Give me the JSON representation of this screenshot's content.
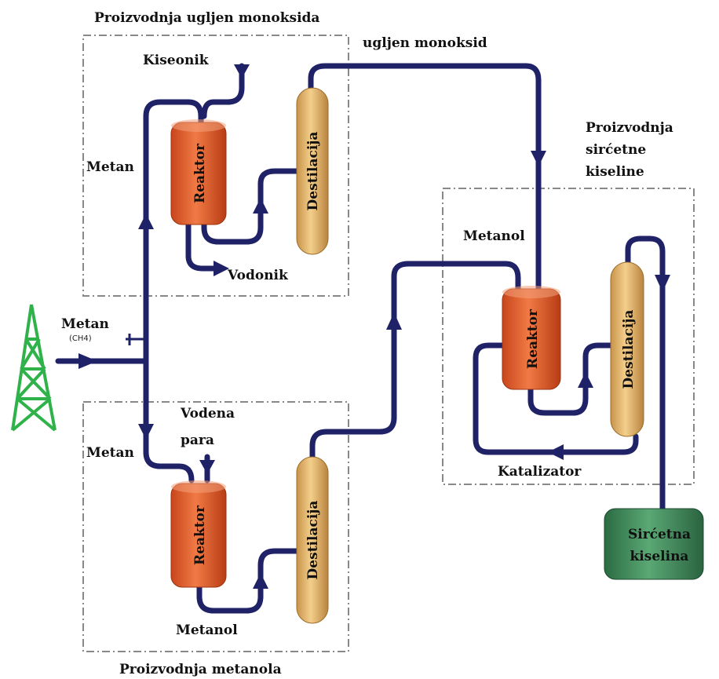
{
  "sections": {
    "carbon_monoxide": "Proizvodnja ugljen monoksida",
    "methanol": "Proizvodnja metanola",
    "acetic_acid_line1": "Proizvodnja",
    "acetic_acid_line2": "sirćetne",
    "acetic_acid_line3": "kiseline"
  },
  "labels": {
    "oxygen": "Kiseonik",
    "carbon_monoxide": "ugljen monoksid",
    "methane_top": "Metan",
    "hydrogen": "Vodonik",
    "methane_source": "Metan",
    "methane_formula": "(CH4)",
    "methane_bottom": "Metan",
    "steam_line1": "Vodena",
    "steam_line2": "para",
    "methanol_output": "Metanol",
    "methanol_input": "Metanol",
    "catalyst": "Katalizator",
    "product_line1": "Sirćetna",
    "product_line2": "kiselina"
  },
  "units": {
    "reactor_1": "Reaktor",
    "distillation_1": "Destilacija",
    "reactor_2": "Reaktor",
    "distillation_2": "Destilacija",
    "reactor_3": "Reaktor",
    "distillation_3": "Destilacija"
  },
  "colors": {
    "pipe": "#1f2266",
    "reactor": "#e8602e",
    "column": "#e8b66a",
    "tank": "#3e8a58",
    "tower": "#2fb24a"
  }
}
